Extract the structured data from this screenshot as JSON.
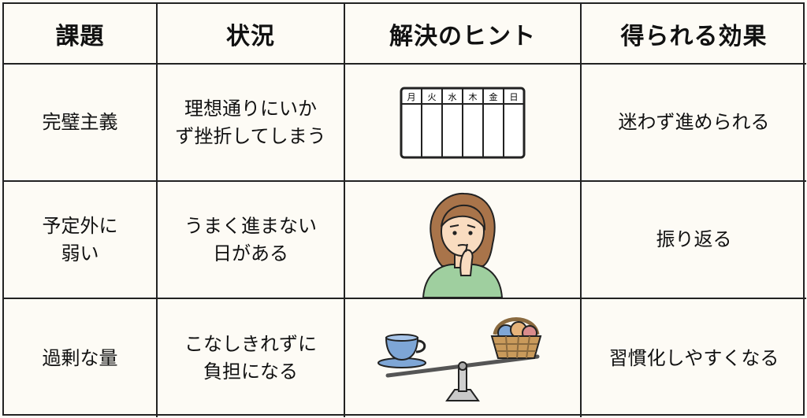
{
  "headers": [
    "課題",
    "状況",
    "解決のヒント",
    "得られる効果"
  ],
  "rows": [
    {
      "issue": [
        "完璧主義"
      ],
      "situation": [
        "理想通りにいか",
        "ず挫折してしまう"
      ],
      "hint_icon": "weekly-calendar-icon",
      "calendar_days": [
        "月",
        "火",
        "水",
        "木",
        "金",
        "日"
      ],
      "effect": [
        "迷わず進められる"
      ]
    },
    {
      "issue": [
        "予定外に",
        "弱い"
      ],
      "situation": [
        "うまく進まない",
        "日がある"
      ],
      "hint_icon": "thinking-woman-icon",
      "effect": [
        "振り返る"
      ]
    },
    {
      "issue": [
        "過剰な量"
      ],
      "situation": [
        "こなしきれずに",
        "負担になる"
      ],
      "hint_icon": "balance-scale-icon",
      "effect": [
        "習慣化しやすくなる"
      ]
    }
  ],
  "colors": {
    "border": "#222222",
    "background": "#fdfbf5",
    "cup": "#7ea6d6",
    "basket": "#c99a5b",
    "sweater": "#9fcf9f",
    "hair": "#a9744a"
  }
}
